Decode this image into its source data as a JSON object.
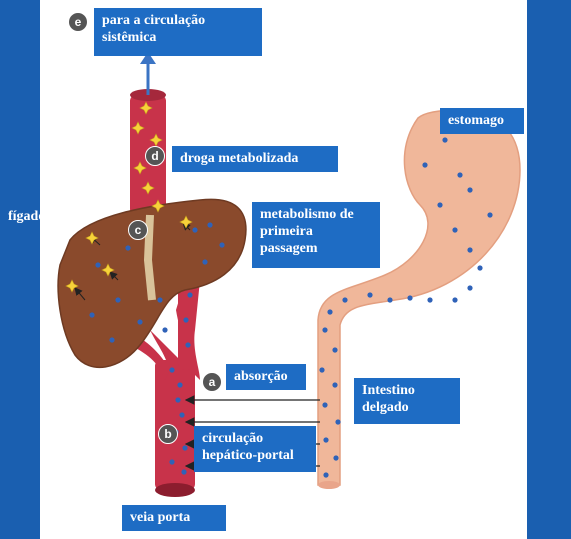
{
  "labels": {
    "systemic": "para a circulação\nsistêmica",
    "stomach": "estomago",
    "metabolized": "droga metabolizada",
    "liver": "fígado",
    "first_pass": "metabolismo de\nprimeira\npassagem",
    "absorption": "absorção",
    "intestine": "Intestino\ndelgado",
    "portal_circulation": "circulação\nhepático-portal",
    "portal_vein": "veia porta"
  },
  "steps": {
    "a": "a",
    "b": "b",
    "c": "c",
    "d": "d",
    "e": "e"
  },
  "colors": {
    "background": "#1a5fb0",
    "label_bg": "#1e6cc4",
    "vessel": "#c8334a",
    "liver": "#8a4a2c",
    "gut": "#f0b79a",
    "drug_dot": "#2f62b8",
    "metabolite": "#f7d23a"
  }
}
